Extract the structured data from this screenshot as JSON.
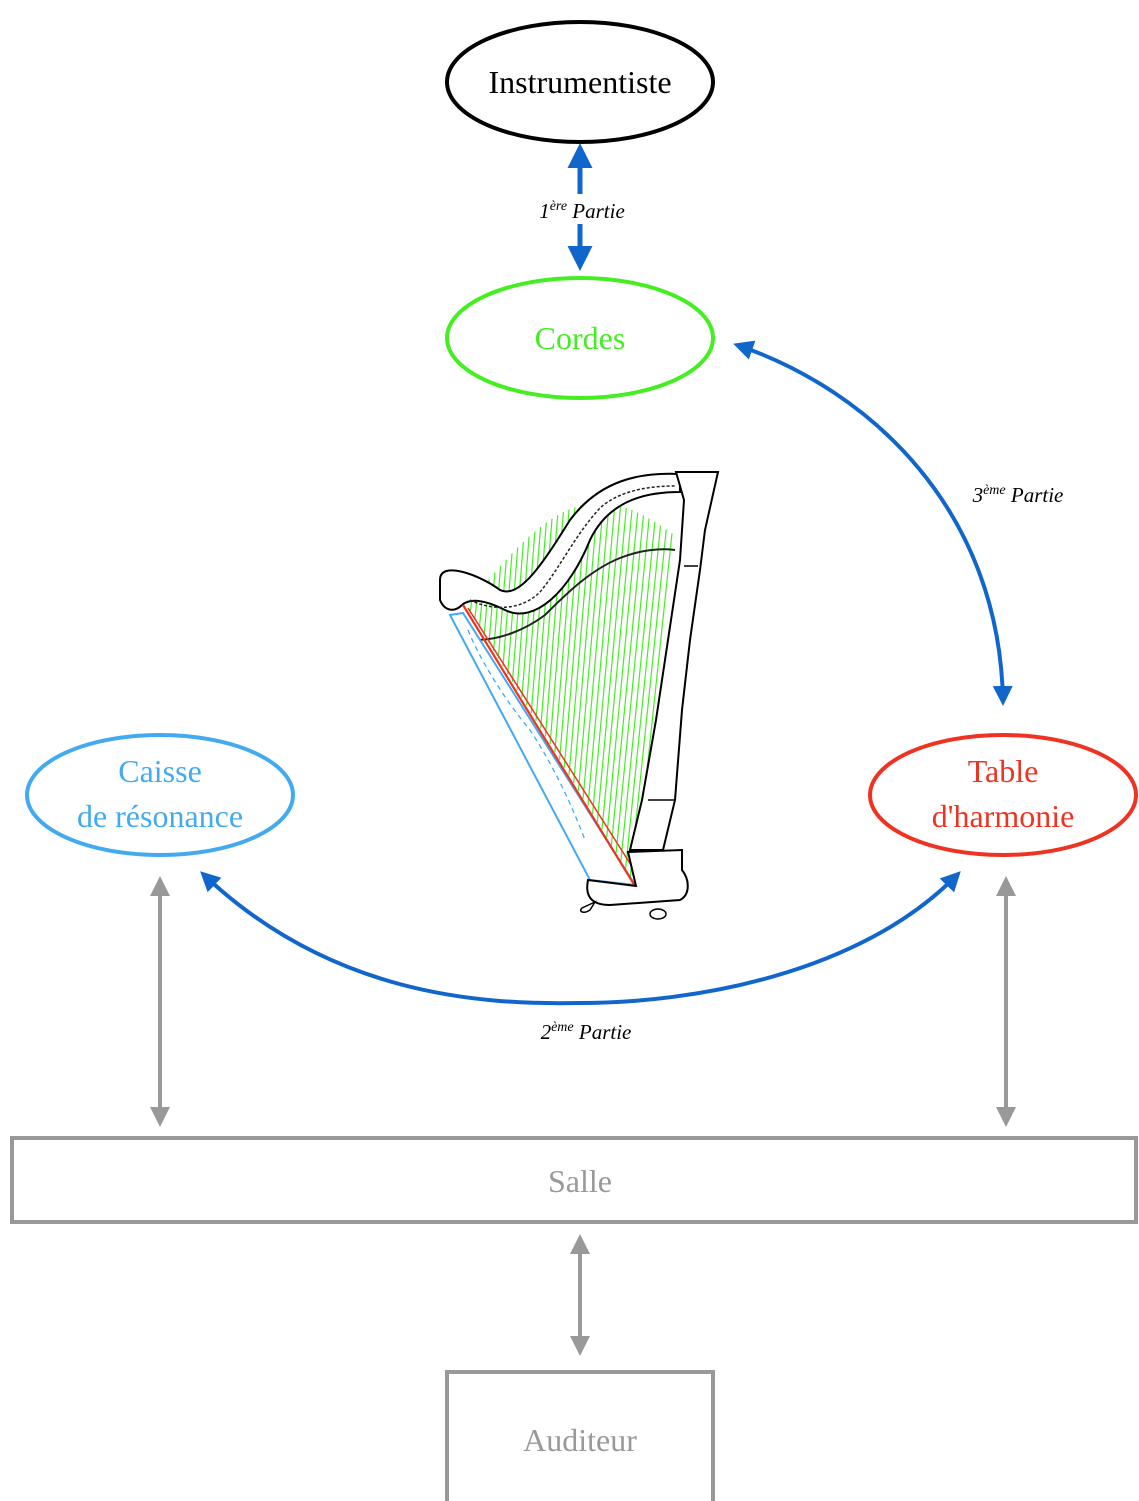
{
  "colors": {
    "instrumentist": "#000000",
    "strings": "#44ee22",
    "soundbox": "#44aaf0",
    "soundboard": "#ee3322",
    "coupling_arrow": "#1166cc",
    "room": "#999999"
  },
  "nodes": {
    "instrumentist": {
      "label": "Instrumentiste"
    },
    "strings": {
      "label": "Cordes"
    },
    "soundbox": {
      "line1": "Caisse",
      "line2": "de résonance"
    },
    "soundboard": {
      "line1": "Table",
      "line2": "d'harmonie"
    },
    "room": {
      "label": "Salle"
    },
    "listener": {
      "label": "Auditeur"
    }
  },
  "parts": {
    "first": {
      "num": "1",
      "sup": "ère",
      "word": " Partie"
    },
    "second": {
      "num": "2",
      "sup": "ème",
      "word": " Partie"
    },
    "third": {
      "num": "3",
      "sup": "ème",
      "word": " Partie"
    }
  },
  "illustration": {
    "icon": "harp-icon"
  }
}
